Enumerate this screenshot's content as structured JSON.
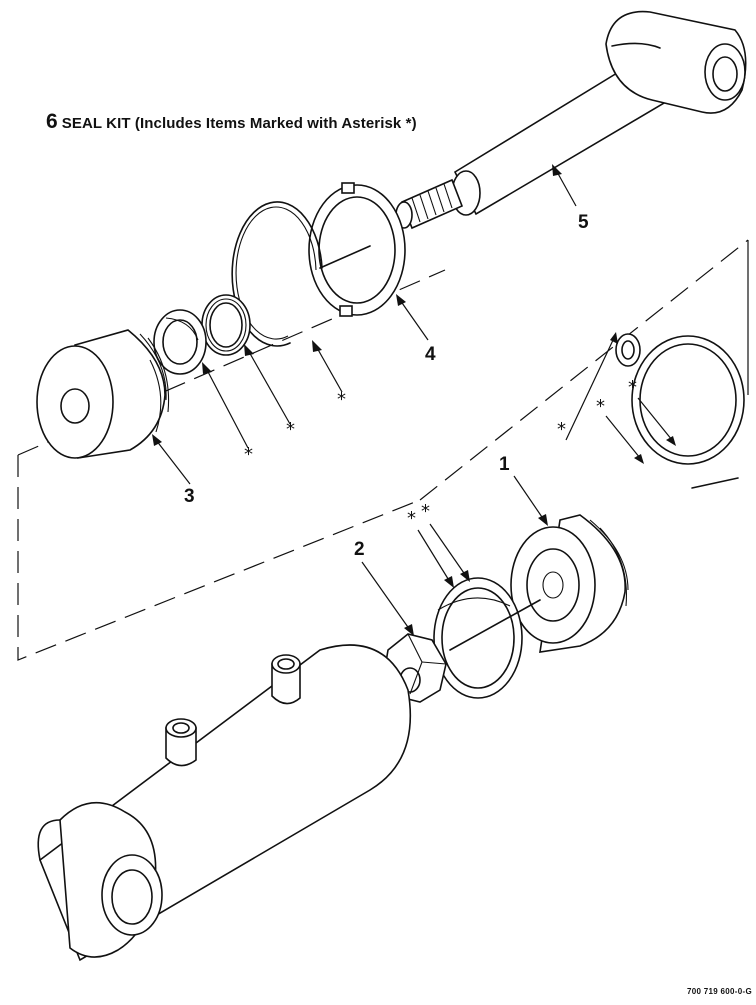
{
  "title": {
    "number": "6",
    "text": "SEAL KIT (Includes Items Marked with Asterisk *)"
  },
  "callouts": {
    "c1": "1",
    "c2": "2",
    "c3": "3",
    "c4": "4",
    "c5": "5"
  },
  "asterisk": "*",
  "doc_number": "700 719 600-0-G",
  "parts": [
    "barrel",
    "nut",
    "piston",
    "piston-seal",
    "wear-ring",
    "o-ring",
    "gland",
    "rod-wiper",
    "rod-seal",
    "gland-o-ring",
    "lock-ring",
    "rod"
  ]
}
